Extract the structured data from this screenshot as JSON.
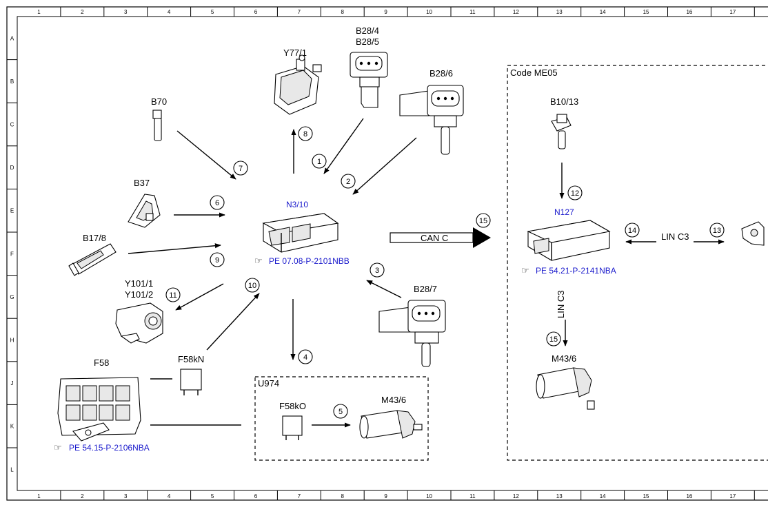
{
  "grid": {
    "columns": [
      "1",
      "2",
      "3",
      "4",
      "5",
      "6",
      "7",
      "8",
      "9",
      "10",
      "11",
      "12",
      "13",
      "14",
      "15",
      "16",
      "17"
    ],
    "rows": [
      "A",
      "B",
      "C",
      "D",
      "E",
      "F",
      "G",
      "H",
      "J",
      "K",
      "L"
    ]
  },
  "components": {
    "y77_1": "Y77/1",
    "b28_4": "B28/4",
    "b28_5": "B28/5",
    "b28_6": "B28/6",
    "b70": "B70",
    "b37": "B37",
    "b17_8": "B17/8",
    "n3_10": "N3/10",
    "n3_10_ref": "PE 07.08-P-2101NBB",
    "y101_1": "Y101/1",
    "y101_2": "Y101/2",
    "b28_7": "B28/7",
    "f58": "F58",
    "f58_ref": "PE 54.15-P-2106NBA",
    "f58kn": "F58kN",
    "u974": "U974",
    "f58ko": "F58kO",
    "m43_6_left": "M43/6",
    "code_me05": "Code ME05",
    "b10_13": "B10/13",
    "n127": "N127",
    "n127_ref": "PE 54.21-P-2141NBA",
    "m43_6_right": "M43/6",
    "can_c": "CAN C",
    "lin_c3_h": "LIN C3",
    "lin_c3_v": "LIN C3"
  },
  "signals": {
    "s1": "1",
    "s2": "2",
    "s3": "3",
    "s4": "4",
    "s5": "5",
    "s6": "6",
    "s7": "7",
    "s8": "8",
    "s9": "9",
    "s10": "10",
    "s11": "11",
    "s12": "12",
    "s13": "13",
    "s14": "14",
    "s15a": "15",
    "s15b": "15"
  },
  "colors": {
    "link": "#1a1acc",
    "line": "#000000"
  },
  "icons": {
    "reference": "pointing-hand-icon"
  }
}
